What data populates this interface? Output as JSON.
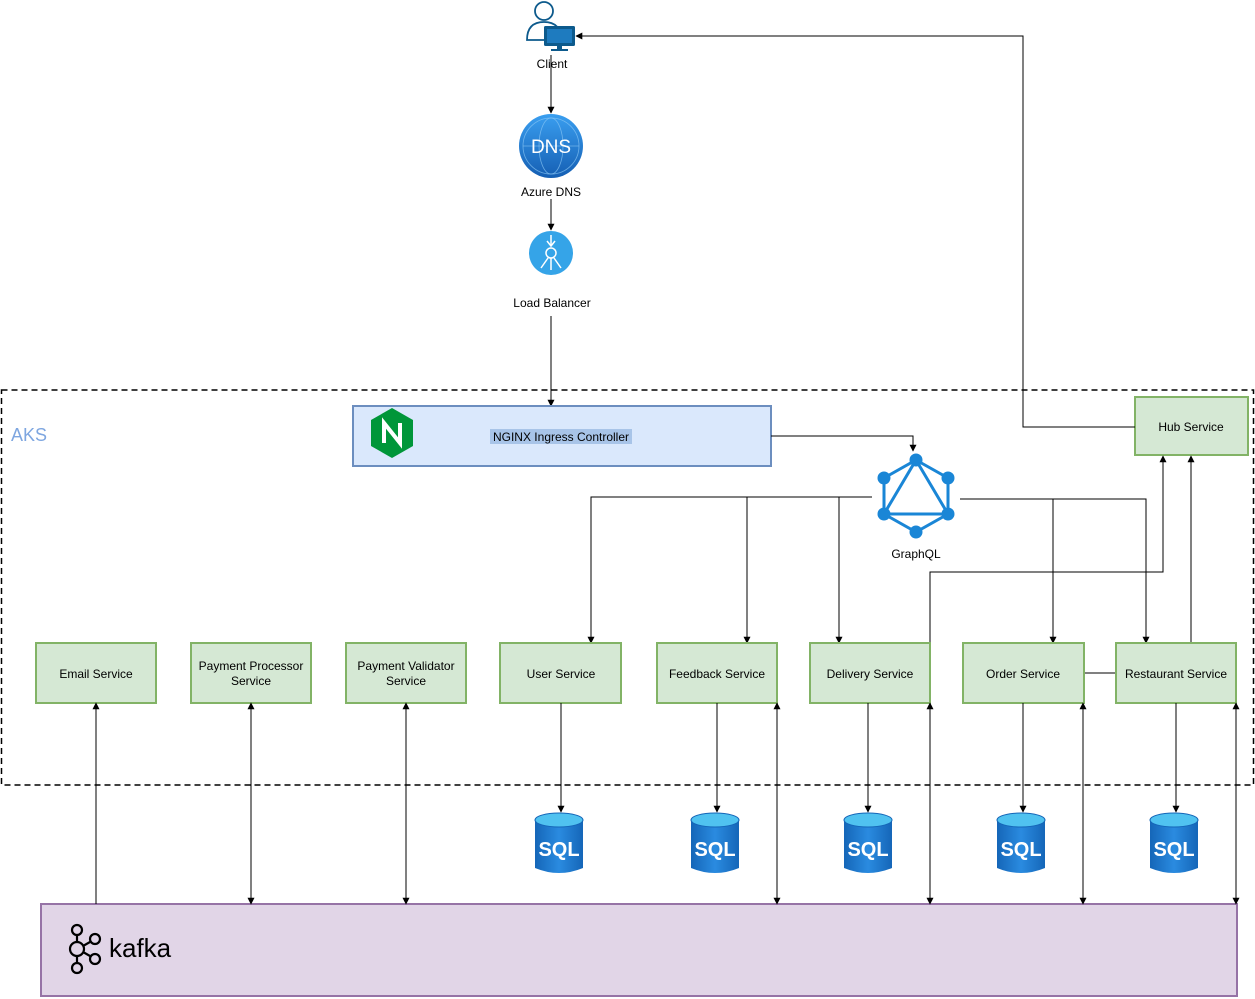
{
  "nodes": {
    "client": "Client",
    "azure_dns": "Azure DNS",
    "dns_icon_text": "DNS",
    "load_balancer": "Load Balancer",
    "aks": "AKS",
    "nginx": "NGINX Ingress Controller",
    "graphql": "GraphQL",
    "hub_service": "Hub Service",
    "kafka": "kafka"
  },
  "services": [
    {
      "key": "email",
      "line1": "Email Service",
      "line2": ""
    },
    {
      "key": "payment-processor",
      "line1": "Payment Processor",
      "line2": "Service"
    },
    {
      "key": "payment-validator",
      "line1": "Payment Validator",
      "line2": "Service"
    },
    {
      "key": "user",
      "line1": "User Service",
      "line2": ""
    },
    {
      "key": "feedback",
      "line1": "Feedback Service",
      "line2": ""
    },
    {
      "key": "delivery",
      "line1": "Delivery Service",
      "line2": ""
    },
    {
      "key": "order",
      "line1": "Order Service",
      "line2": ""
    },
    {
      "key": "restaurant",
      "line1": "Restaurant Service",
      "line2": ""
    }
  ],
  "databases": [
    "SQL",
    "SQL",
    "SQL",
    "SQL",
    "SQL"
  ],
  "colors": {
    "service_fill": "#d5e8d4",
    "service_stroke": "#82b366",
    "nginx_fill": "#dae8fc",
    "nginx_stroke": "#6c8ebf",
    "kafka_fill": "#e1d5e7",
    "kafka_stroke": "#9673a6",
    "aks_label": "#7ea6e0",
    "sql_blue": "#1d7fd1",
    "nginx_green": "#009639",
    "graphql_blue": "#1a86d6"
  },
  "icons": [
    "client-icon",
    "dns-icon",
    "load-balancer-icon",
    "nginx-logo-icon",
    "graphql-icon",
    "sql-database-icon",
    "kafka-logo-icon"
  ]
}
